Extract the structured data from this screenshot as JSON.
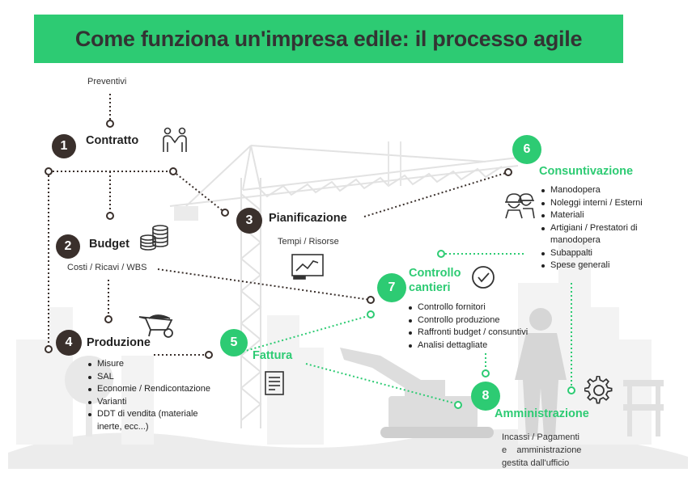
{
  "title": "Come funziona un'impresa edile: il processo agile",
  "colors": {
    "green": "#2dcb73",
    "dark": "#3a302c",
    "text": "#222222"
  },
  "steps": [
    {
      "number": "1",
      "title": "Contratto",
      "icon": "handshake-people-icon"
    },
    {
      "number": "2",
      "title": "Budget",
      "subtitle": "Costi / Ricavi / WBS",
      "icon": "coins-stack-icon"
    },
    {
      "number": "3",
      "title": "Pianificazione",
      "subtitle": "Tempi / Risorse",
      "icon": "chart-monitor-icon"
    },
    {
      "number": "4",
      "title": "Produzione",
      "icon": "wheelbarrow-icon",
      "items": [
        "Misure",
        "SAL",
        "Economie / Rendicontazione",
        "Varianti",
        "DDT di vendita (materiale",
        "inerte, ecc...)"
      ]
    },
    {
      "number": "5",
      "title": "Fattura",
      "icon": "invoice-document-icon"
    },
    {
      "number": "6",
      "title": "Consuntivazione",
      "icon": "workers-helmet-icon",
      "items": [
        "Manodopera",
        "Noleggi interni / Esterni",
        "Materiali",
        "Artigiani / Prestatori di",
        "manodopera",
        "Subappalti",
        "Spese generali"
      ]
    },
    {
      "number": "7",
      "title_line1": "Controllo",
      "title_line2": "cantieri",
      "icon": "check-circle-icon",
      "items": [
        "Controllo fornitori",
        "Controllo produzione",
        "Raffronti budget / consuntivi",
        "Analisi dettagliate"
      ]
    },
    {
      "number": "8",
      "title": "Amministrazione",
      "icon": "gear-icon",
      "lines": [
        "Incassi / Pagamenti",
        "e    amministrazione",
        "gestita dall'ufficio"
      ]
    }
  ],
  "preventivi": "Preventivi"
}
